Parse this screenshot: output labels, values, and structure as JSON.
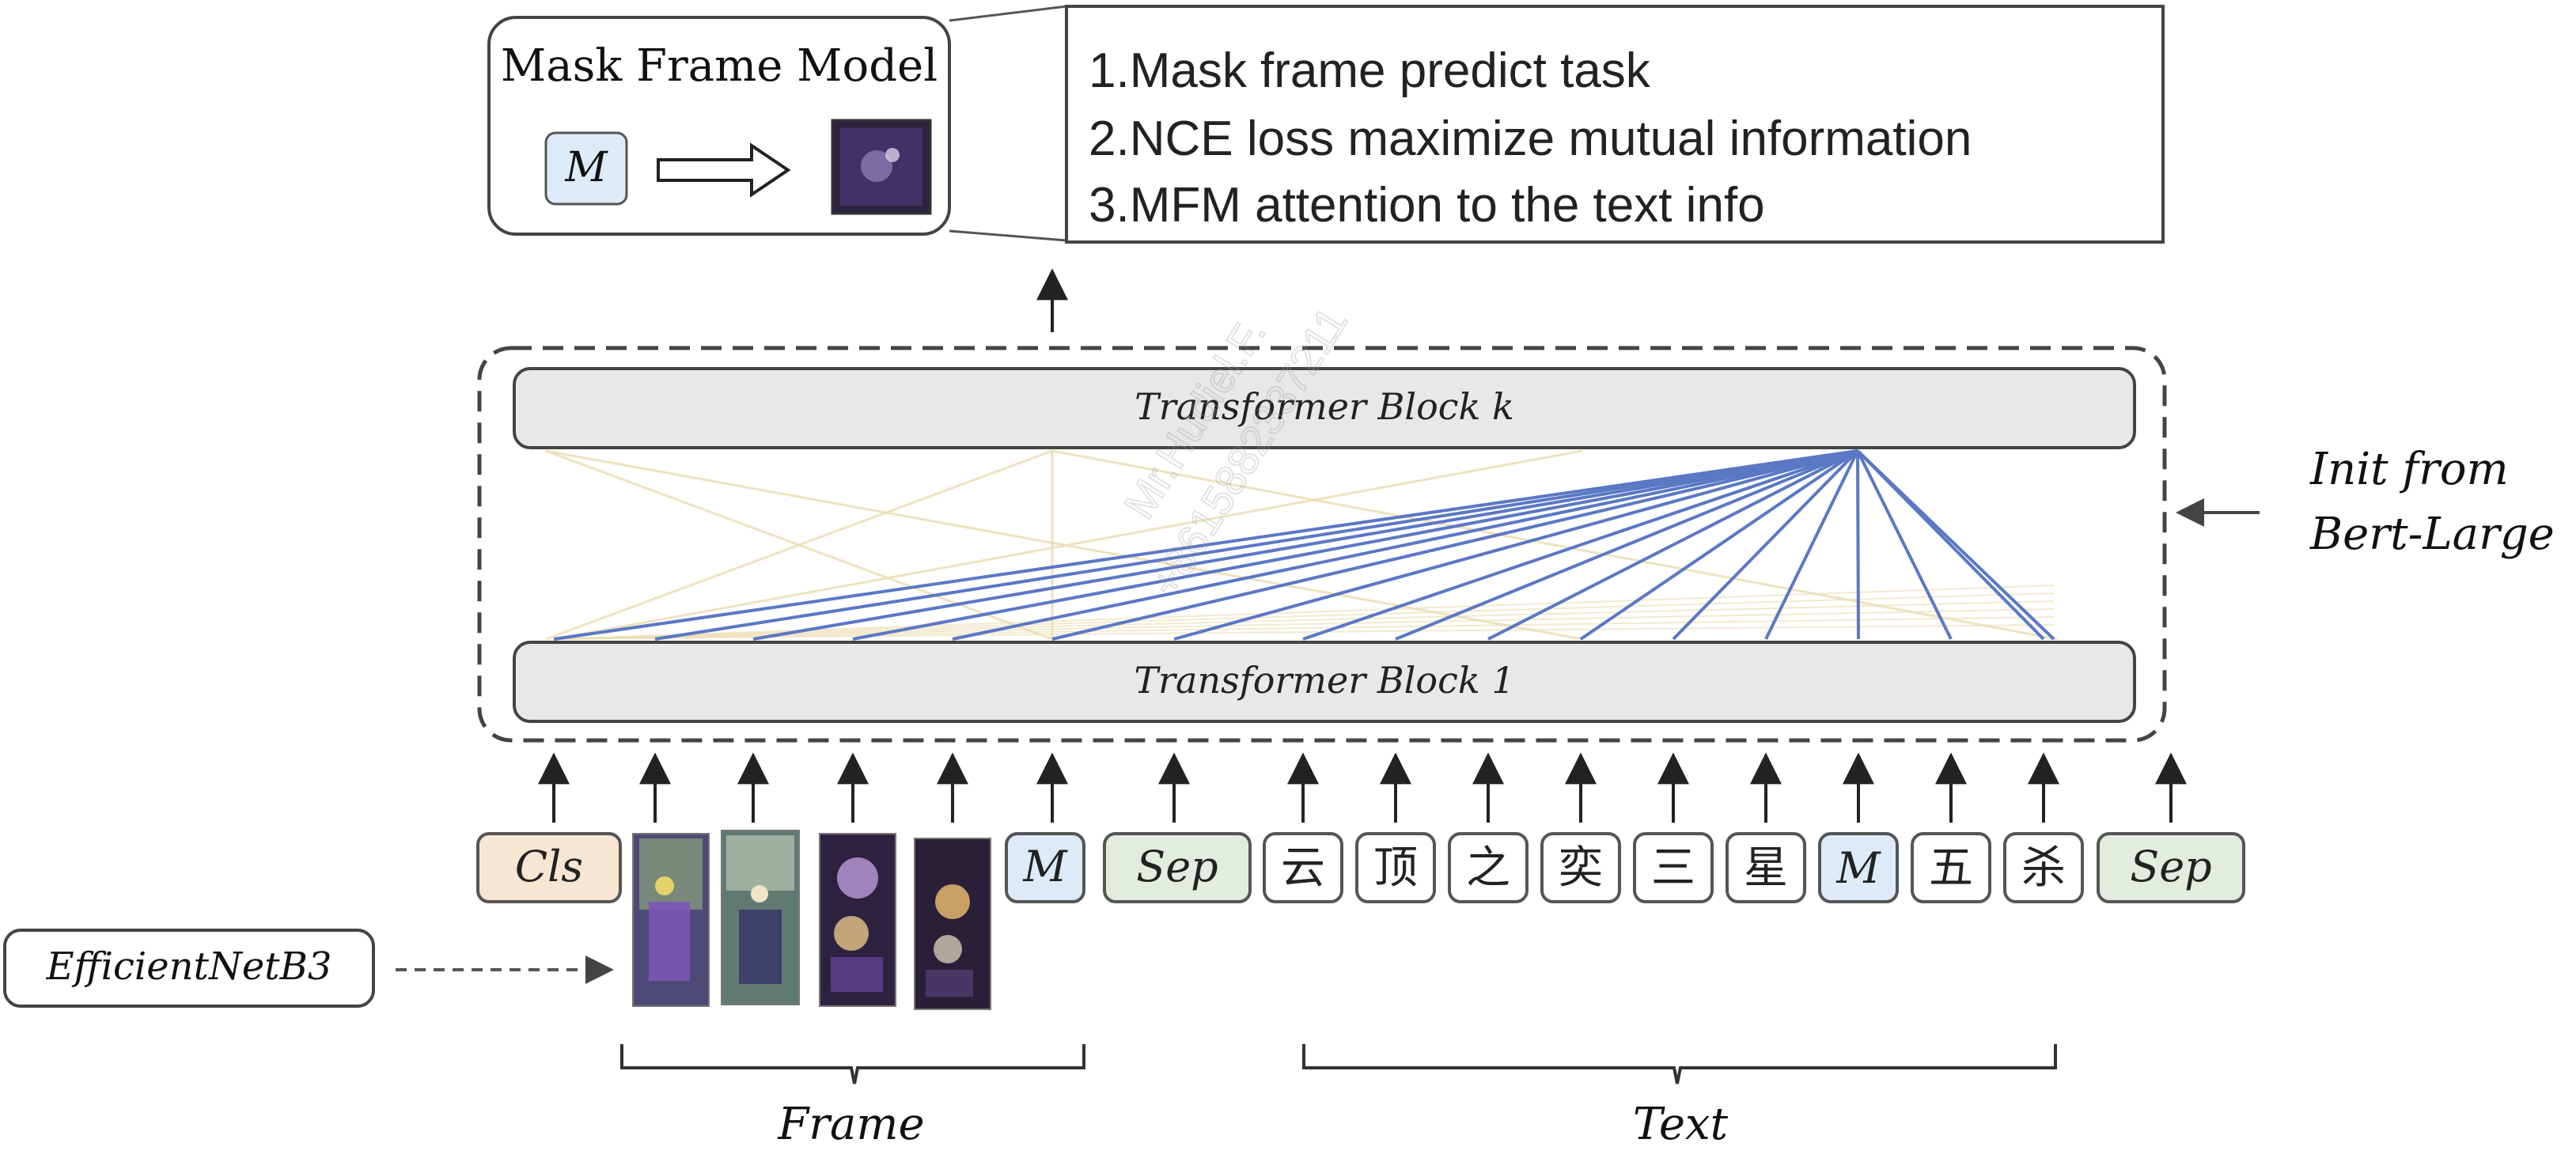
{
  "mfm": {
    "title": "Mask Frame Model",
    "mask_token": "M",
    "notes": [
      "1.Mask frame predict task",
      "2.NCE loss maximize mutual information",
      "3.MFM attention to the text info"
    ]
  },
  "transformer": {
    "top_label": "Transformer Block k",
    "bottom_label": "Transformer Block 1"
  },
  "init": {
    "line1": "Init from",
    "line2": "Bert-Large"
  },
  "encoder": {
    "label": "EfficientNetB3"
  },
  "tokens": {
    "cls": "Cls",
    "frame_mask": "M",
    "sep1": "Sep",
    "text": [
      "云",
      "顶",
      "之",
      "奕",
      "三",
      "星",
      "M",
      "五",
      "杀"
    ],
    "sep2": "Sep"
  },
  "groups": {
    "frame": "Frame",
    "text": "Text"
  },
  "watermark": {
    "line1": "Mr.Hudiel.F.",
    "line2": "+8615882337211"
  },
  "colors": {
    "cls_fill": "#f7e6d2",
    "mask_fill": "#ddeaf7",
    "sep_fill": "#e2eddf",
    "blue_line": "#5a78c4",
    "beige_line": "#ecdcae",
    "block_fill": "#e8e8e8"
  }
}
